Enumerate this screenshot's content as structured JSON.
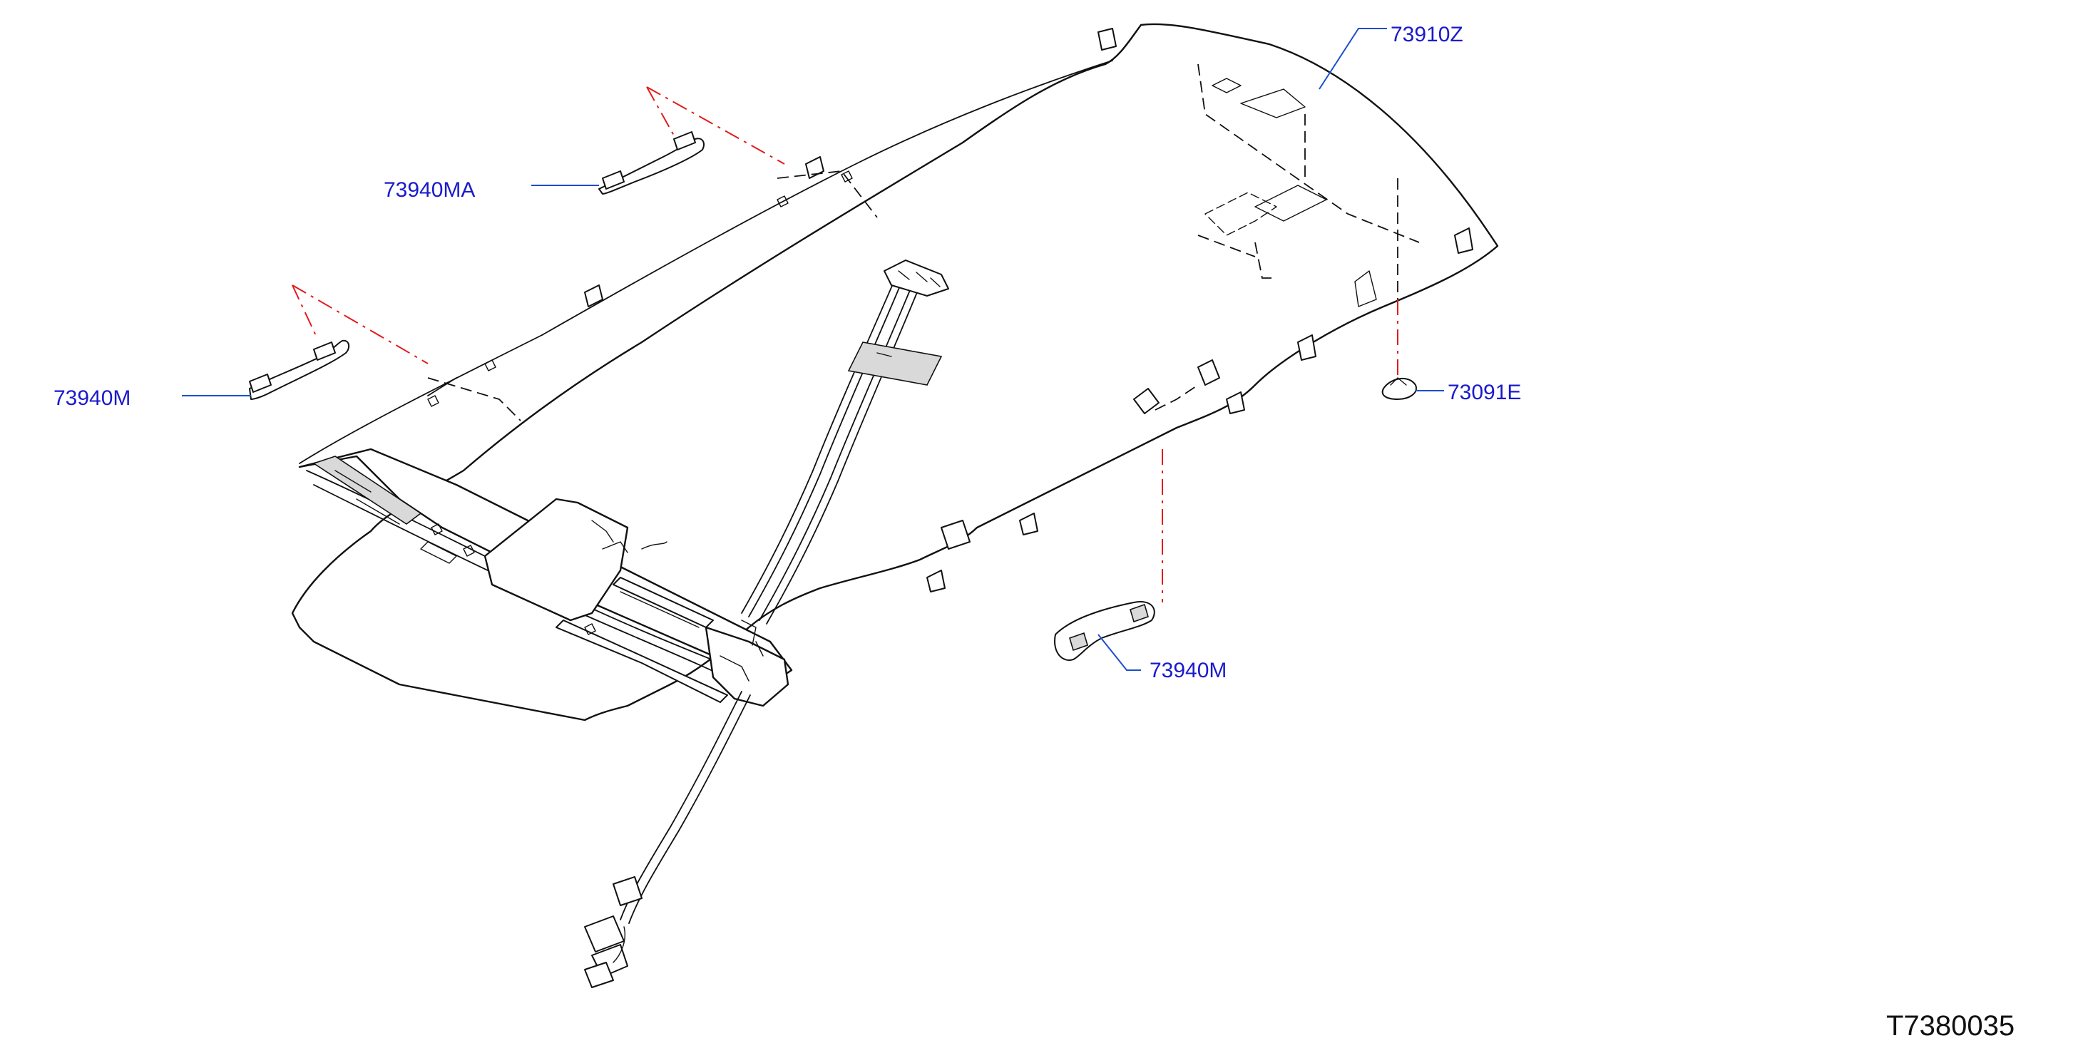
{
  "diagram": {
    "reference_code": "T7380035",
    "colors": {
      "label_text": "#1a1acc",
      "leader_line": "#1a4fcc",
      "centre_line": "#e31b1b",
      "outline": "#111111"
    },
    "callouts": [
      {
        "id": "headlining",
        "label": "73910Z"
      },
      {
        "id": "assist-grip-front-left",
        "label": "73940MA"
      },
      {
        "id": "assist-grip-rear-left",
        "label": "73940M"
      },
      {
        "id": "clip",
        "label": "73091E"
      },
      {
        "id": "assist-grip-right",
        "label": "73940M"
      }
    ]
  }
}
